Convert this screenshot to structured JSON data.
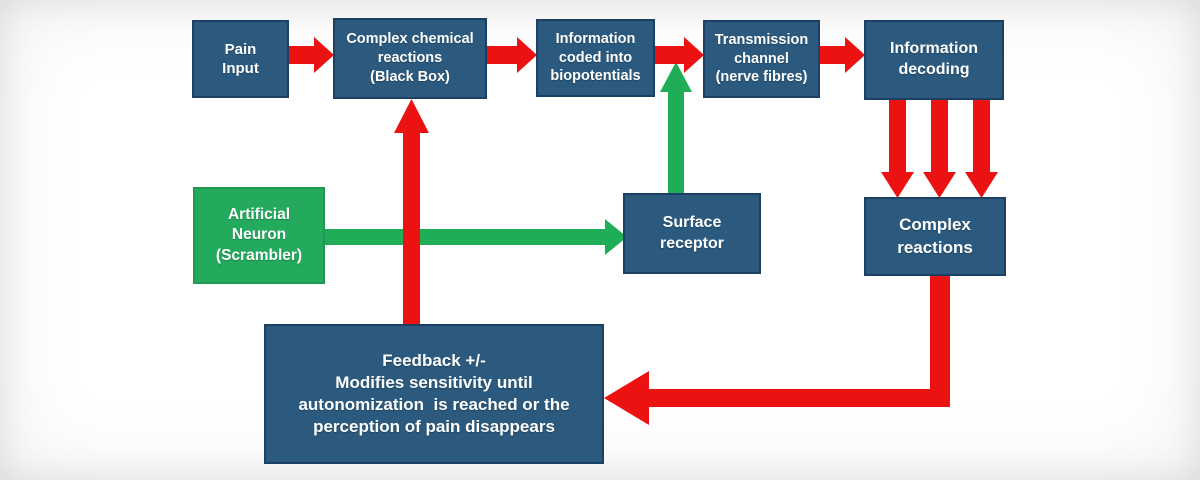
{
  "colors": {
    "bg": "#ffffff",
    "blue_fill": "#2b5a7e",
    "blue_border": "#1b4062",
    "green_fill": "#23aa5d",
    "green_border": "#1e9a52",
    "green_arrow": "#1fae57",
    "red": "#ec1212",
    "text": "#ffffff"
  },
  "diagram": {
    "nodes": {
      "pain_input": {
        "lines": [
          "Pain",
          "Input"
        ]
      },
      "black_box": {
        "lines": [
          "Complex chemical",
          "reactions",
          "(Black Box)"
        ]
      },
      "biopotentials": {
        "lines": [
          "Information",
          "coded into",
          "biopotentials"
        ]
      },
      "transmission": {
        "lines": [
          "Transmission",
          "channel",
          "(nerve fibres)"
        ]
      },
      "decoding": {
        "lines": [
          "Information",
          "decoding"
        ]
      },
      "artificial_neuron": {
        "lines": [
          "Artificial",
          "Neuron",
          "(Scrambler)"
        ]
      },
      "surface_receptor": {
        "lines": [
          "Surface",
          "receptor"
        ]
      },
      "complex_reactions": {
        "lines": [
          "Complex",
          "reactions"
        ]
      },
      "feedback": {
        "lines": [
          "Feedback +/-",
          "Modifies sensitivity until",
          "autonomization  is reached or the",
          "perception of pain disappears"
        ]
      }
    },
    "edges": [
      {
        "from": "pain_input",
        "to": "black_box",
        "color": "red"
      },
      {
        "from": "black_box",
        "to": "biopotentials",
        "color": "red"
      },
      {
        "from": "biopotentials",
        "to": "transmission",
        "color": "red"
      },
      {
        "from": "transmission",
        "to": "decoding",
        "color": "red"
      },
      {
        "from": "decoding",
        "to": "complex_reactions",
        "color": "red",
        "count": 3
      },
      {
        "from": "complex_reactions",
        "to": "feedback",
        "color": "red"
      },
      {
        "from": "feedback",
        "to": "black_box",
        "color": "red"
      },
      {
        "from": "artificial_neuron",
        "to": "surface_receptor",
        "color": "green"
      },
      {
        "from": "surface_receptor",
        "to": "transmission_pathway",
        "color": "green"
      }
    ]
  }
}
